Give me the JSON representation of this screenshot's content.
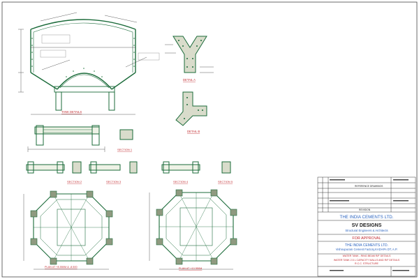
{
  "labels": {
    "tank_details": "TANK DETAILS",
    "detail_a": "DETAIL A",
    "detail_b": "DETAIL B",
    "section_1": "SECTION 1",
    "section_2": "SECTION 2",
    "section_3": "SECTION 3",
    "section_4": "SECTION 4",
    "section_5": "SECTION 5",
    "plan_left": "PLAN AT +8.550M & -8.500",
    "plan_right": "PLAN AT +10.550M"
  },
  "title_block": {
    "reference_drawings": "REFERENCE DRAWINGS",
    "revision": "REVISION",
    "client": "THE INDIA CEMENTS LTD.",
    "firm": "SV DESIGNS",
    "firm_sub": "Structural Engineers & Architects",
    "for_approval": "FOR APPROVAL",
    "client2": "THE INDIA CEMENTS LTD.",
    "plant": "Vishnupuram Cement Factory,KADAPA DT, A.P.",
    "project": "WATER TANK - RING BEAM R/F DETAILS",
    "title": "WATER TANK 2.5 L CAPACITY WALLS AND R/F DETAILS",
    "subtitle": "R.C.C. STRUCTURE"
  }
}
